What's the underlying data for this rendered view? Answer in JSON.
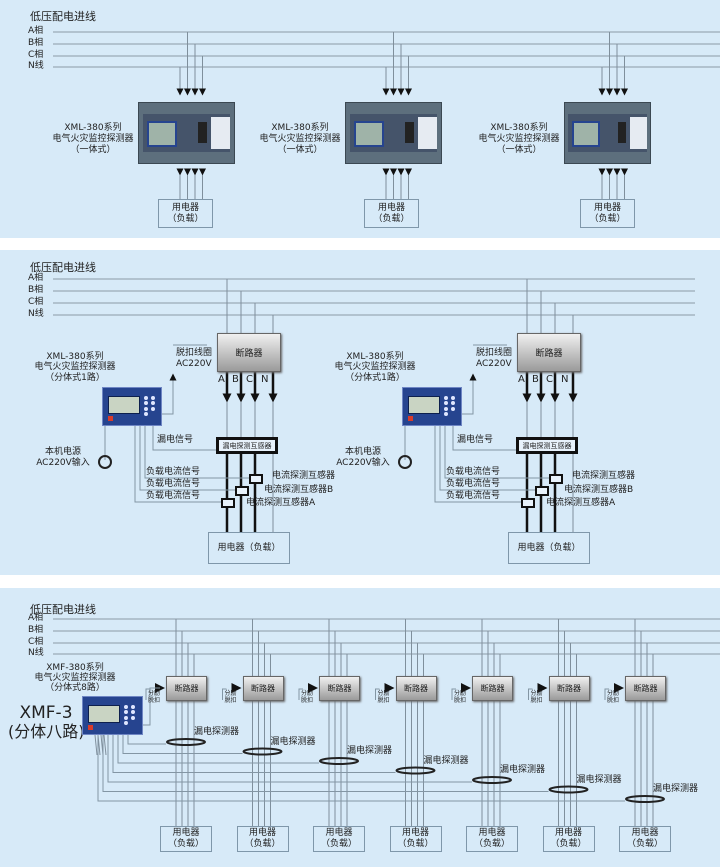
{
  "panel1": {
    "title": "低压配电进线",
    "phases": [
      "A相",
      "B相",
      "C相",
      "N线"
    ],
    "units": [
      {
        "model": "XML-380系列",
        "name": "电气火灾监控探测器",
        "type": "（一体式）",
        "load1": "用电器",
        "load2": "（负载）"
      },
      {
        "model": "XML-380系列",
        "name": "电气火灾监控探测器",
        "type": "（一体式）",
        "load1": "用电器",
        "load2": "（负载）"
      },
      {
        "model": "XML-380系列",
        "name": "电气火灾监控探测器",
        "type": "（一体式）",
        "load1": "用电器",
        "load2": "（负载）"
      }
    ]
  },
  "panel2": {
    "title": "低压配电进线",
    "phases": [
      "A相",
      "B相",
      "C相",
      "N线"
    ],
    "units": [
      {
        "model": "XML-380系列",
        "name": "电气火灾监控探测器",
        "type": "（分体式1路）",
        "breaker": "断路器",
        "trip1": "脱扣线圈",
        "trip2": "AC220V",
        "abcn": [
          "A",
          "B",
          "C",
          "N"
        ],
        "leak_signal": "漏电信号",
        "leak_ct": "漏电探测互感器",
        "power1": "本机电源",
        "power2": "AC220V输入",
        "load_signals": [
          "负载电流信号",
          "负载电流信号",
          "负载电流信号"
        ],
        "cts": [
          "电流探测互感器",
          "电流探测互感器B",
          "电流探测互感器A"
        ],
        "load": "用电器（负载）"
      },
      {
        "model": "XML-380系列",
        "name": "电气火灾监控探测器",
        "type": "（分体式1路）",
        "breaker": "断路器",
        "trip1": "脱扣线圈",
        "trip2": "AC220V",
        "abcn": [
          "A",
          "B",
          "C",
          "N"
        ],
        "leak_signal": "漏电信号",
        "leak_ct": "漏电探测互感器",
        "power1": "本机电源",
        "power2": "AC220V输入",
        "load_signals": [
          "负载电流信号",
          "负载电流信号",
          "负载电流信号"
        ],
        "cts": [
          "电流探测互感器",
          "电流探测互感器B",
          "电流探测互感器A"
        ],
        "load": "用电器（负载）"
      }
    ]
  },
  "panel3": {
    "title": "低压配电进线",
    "phases": [
      "A相",
      "B相",
      "C相",
      "N线"
    ],
    "model": "XMF-380系列",
    "name": "电气火灾监控探测器",
    "type": "（分体式8路）",
    "big_model": "XMF-3",
    "big_type": "(分体八路)",
    "breaker": "断路器",
    "trip1": "分励",
    "trip2": "脱扣",
    "detector": "漏电探测器",
    "load1": "用电器",
    "load2": "（负载）",
    "branch_count": 7
  }
}
